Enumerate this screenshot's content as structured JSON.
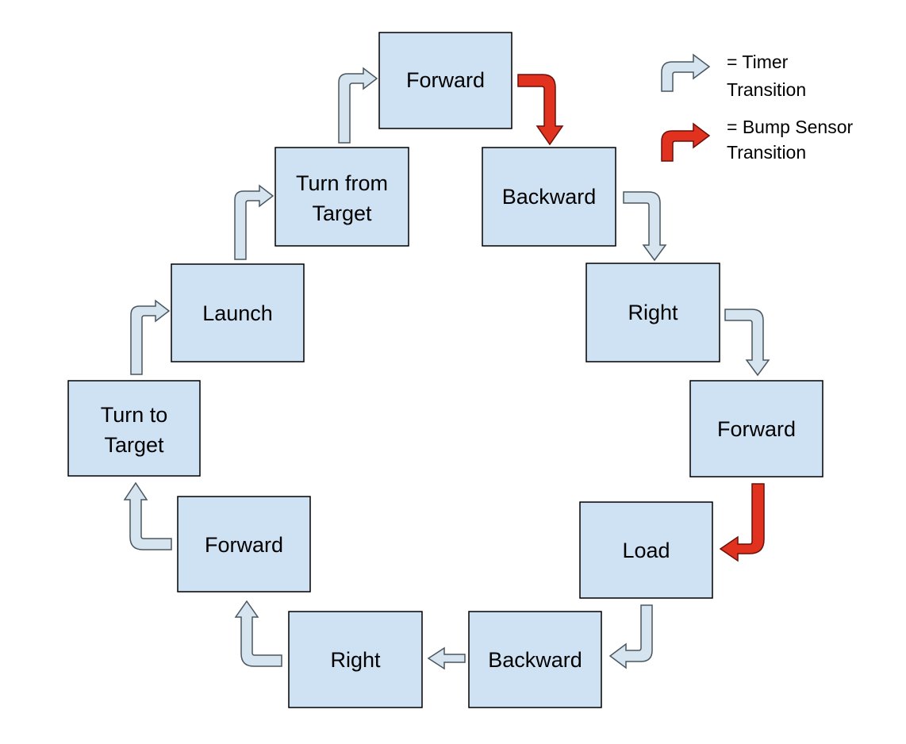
{
  "states": {
    "forward_top": {
      "line1": "Forward"
    },
    "backward_right": {
      "line1": "Backward"
    },
    "right_right": {
      "line1": "Right"
    },
    "forward_right": {
      "line1": "Forward"
    },
    "load": {
      "line1": "Load"
    },
    "backward_bottom": {
      "line1": "Backward"
    },
    "right_bottom": {
      "line1": "Right"
    },
    "forward_left": {
      "line1": "Forward"
    },
    "turn_to_target": {
      "line1": "Turn to",
      "line2": "Target"
    },
    "launch": {
      "line1": "Launch"
    },
    "turn_from_target": {
      "line1": "Turn from",
      "line2": "Target"
    }
  },
  "transitions": [
    {
      "from": "Forward",
      "to": "Backward",
      "kind": "bump"
    },
    {
      "from": "Backward",
      "to": "Right",
      "kind": "timer"
    },
    {
      "from": "Right",
      "to": "Forward",
      "kind": "timer"
    },
    {
      "from": "Forward",
      "to": "Load",
      "kind": "bump"
    },
    {
      "from": "Load",
      "to": "Backward",
      "kind": "timer"
    },
    {
      "from": "Backward",
      "to": "Right",
      "kind": "timer"
    },
    {
      "from": "Right",
      "to": "Forward",
      "kind": "timer"
    },
    {
      "from": "Forward",
      "to": "Turn to Target",
      "kind": "timer"
    },
    {
      "from": "Turn to Target",
      "to": "Launch",
      "kind": "timer"
    },
    {
      "from": "Launch",
      "to": "Turn from Target",
      "kind": "timer"
    },
    {
      "from": "Turn from Target",
      "to": "Forward",
      "kind": "timer"
    }
  ],
  "legend": {
    "timer": {
      "line1": "= Timer",
      "line2": "Transition"
    },
    "bump": {
      "line1": "= Bump Sensor",
      "line2": "Transition"
    }
  },
  "colors": {
    "state_fill": "#cfe2f3",
    "timer_arrow": "#d6e4f0",
    "bump_arrow": "#e0321f"
  }
}
